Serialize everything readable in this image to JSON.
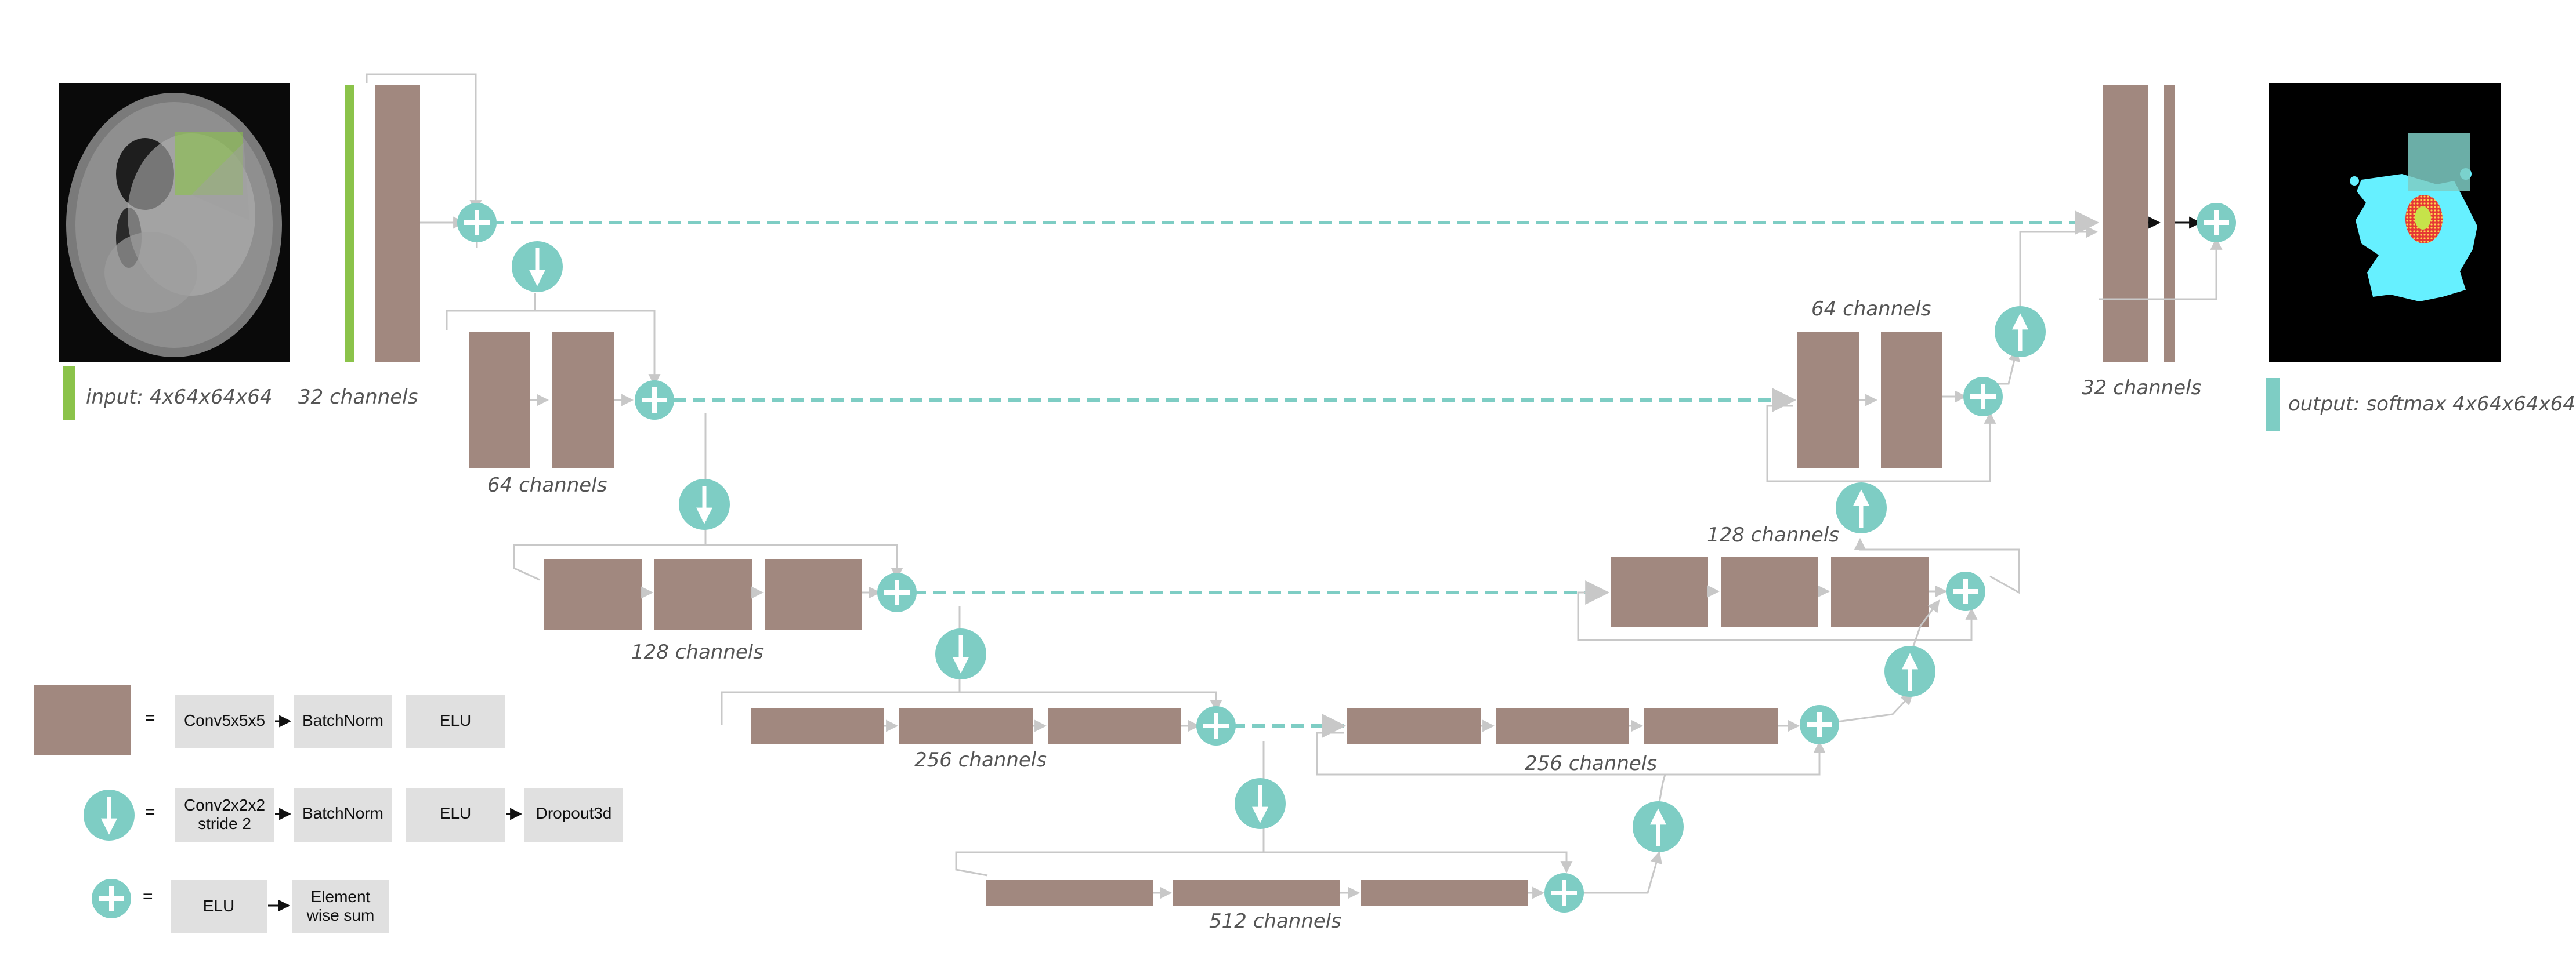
{
  "labels": {
    "input": "input: 4x64x64x64",
    "output": "output: softmax 4x64x64x64",
    "enc32": "32 channels",
    "enc64": "64 channels",
    "enc128": "128 channels",
    "enc256": "256 channels",
    "bottom512": "512 channels",
    "dec256": "256 channels",
    "dec128": "128 channels",
    "dec64": "64 channels",
    "dec32": "32 channels"
  },
  "legend": {
    "equals": "=",
    "conv_row": [
      "Conv5x5x5",
      "BatchNorm",
      "ELU"
    ],
    "down_row": [
      "Conv2x2x2\nstride 2",
      "BatchNorm",
      "ELU",
      "Dropout3d"
    ],
    "sum_row": [
      "ELU",
      "Element\nwise sum"
    ]
  },
  "colors": {
    "conv_block": "#a1887f",
    "node": "#7ecdc4",
    "input_bar": "#8bc34a",
    "output_bar": "#7ecdc4",
    "skip_line": "#7ecdc4",
    "connector": "#cccccc",
    "legend_box": "#e0e0e0"
  },
  "icons": {
    "down_node": "down-arrow-circle-icon",
    "up_node": "up-arrow-circle-icon",
    "sum_node": "plus-circle-icon"
  }
}
